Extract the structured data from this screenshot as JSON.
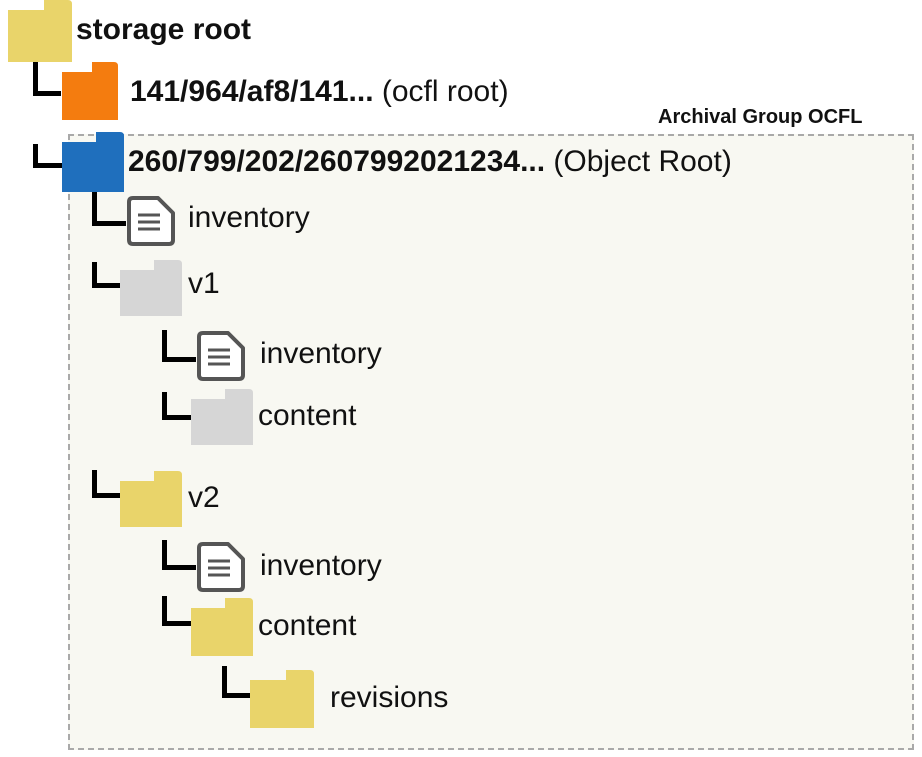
{
  "tree": {
    "storage_root": {
      "label": "storage root"
    },
    "ocfl_root": {
      "path": "141/964/af8/141...",
      "suffix": "(ocfl root)"
    },
    "archival_group": {
      "label": "Archival Group OCFL"
    },
    "object_root": {
      "path": "260/799/202/2607992021234...",
      "suffix": "(Object Root)"
    },
    "inventory": {
      "label": "inventory"
    },
    "v1": {
      "label": "v1",
      "inventory": {
        "label": "inventory"
      },
      "content": {
        "label": "content"
      }
    },
    "v2": {
      "label": "v2",
      "inventory": {
        "label": "inventory"
      },
      "content": {
        "label": "content"
      },
      "revisions": {
        "label": "revisions"
      }
    }
  },
  "colors": {
    "folder_yellow": "#e9d46a",
    "folder_orange": "#f47c0f",
    "folder_blue": "#1f6fbd",
    "folder_gray": "#d6d6d6",
    "group_background": "#f8f8f2",
    "group_border": "#a9a9a9"
  },
  "icons": {
    "storage_root": "folder-icon",
    "ocfl_root": "folder-icon",
    "object_root": "folder-icon",
    "inventory": "document-icon"
  }
}
